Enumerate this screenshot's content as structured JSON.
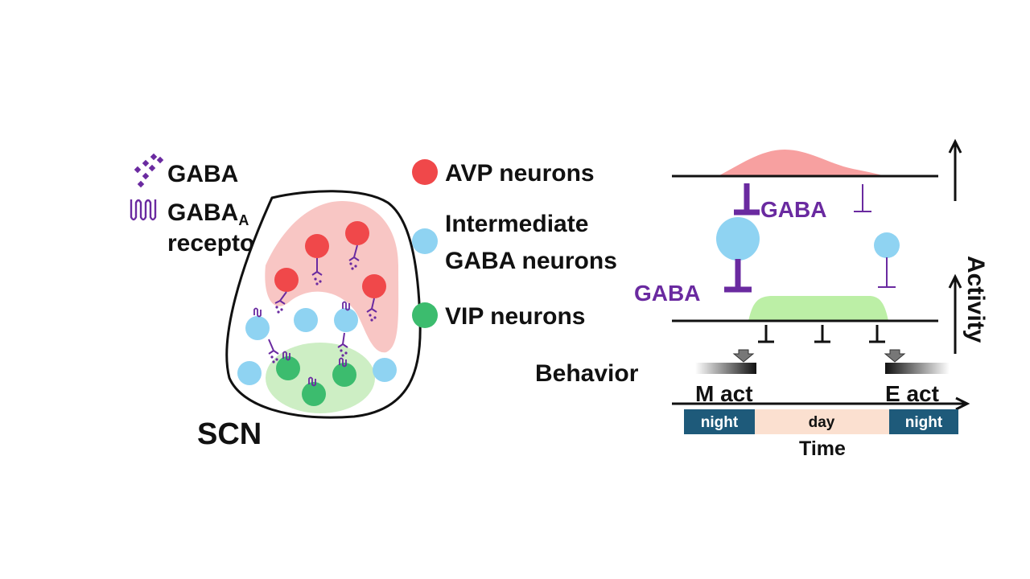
{
  "legend": {
    "gaba": "GABA",
    "gaba_a_main": "GABA",
    "gaba_a_sub": "A",
    "receptor": "receptor"
  },
  "cell_legend": {
    "avp": "AVP neurons",
    "intermediate_line1": "Intermediate",
    "intermediate_line2": "GABA neurons",
    "vip": "VIP neurons"
  },
  "scn_label": "SCN",
  "timeline": {
    "gaba_upper": "GABA",
    "gaba_lower": "GABA",
    "activity": "Activity",
    "behavior": "Behavior",
    "m_act": "M act",
    "e_act": "E act",
    "time": "Time",
    "phases": [
      {
        "label": "night",
        "color": "#1e5a7a"
      },
      {
        "label": "day",
        "color": "#fbe0d0"
      },
      {
        "label": "night",
        "color": "#1e5a7a"
      }
    ]
  },
  "colors": {
    "avp": "#f0484a",
    "intermediate": "#8fd3f2",
    "vip": "#3cbc6e",
    "gaba": "#6a2aa0",
    "avp_region": "#f8c6c4",
    "vip_region": "#cdeec4",
    "avp_activity": "#f7a0a0",
    "vip_activity": "#bcefa6"
  }
}
